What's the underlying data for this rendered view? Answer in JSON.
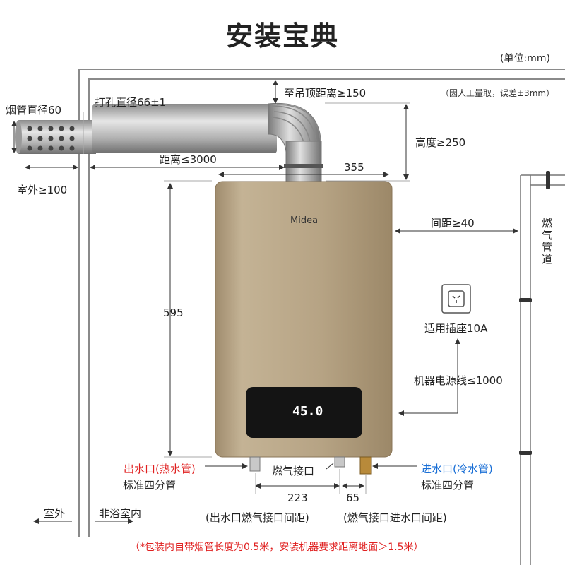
{
  "title": "安装宝典",
  "unit": "(单位:mm)",
  "note_error": "（因人工量取，误差±3mm）",
  "flue_diameter": "烟管直径60",
  "hole_diameter": "打孔直径66±1",
  "ceiling_distance": "至吊顶距离≥150",
  "height": "高度≥250",
  "distance": "距离≤3000",
  "outdoor_100": "室外≥100",
  "width_355": "355",
  "height_595": "595",
  "spacing_40": "间距≥40",
  "gas_pipe": "燃气管道",
  "socket": "适用插座10A",
  "power_cord": "机器电源线≤1000",
  "brand": "Midea",
  "display_temp": "45.0",
  "outlet_hot": "出水口(热水管)",
  "outlet_standard": "标准四分管",
  "gas_inlet": "燃气接口",
  "inlet_cold": "进水口(冷水管)",
  "inlet_standard": "标准四分管",
  "dim_223": "223",
  "dim_65": "65",
  "caption_223": "(出水口燃气接口间距)",
  "caption_65": "(燃气接口进水口间距)",
  "outdoor": "室外",
  "indoor": "非浴室内",
  "footer_note": "（*包装内自带烟管长度为0.5米，安装机器要求距离地面＞1.5米）",
  "colors": {
    "red": "#e02020",
    "blue": "#1a6fd6",
    "body": "#b5a184"
  }
}
